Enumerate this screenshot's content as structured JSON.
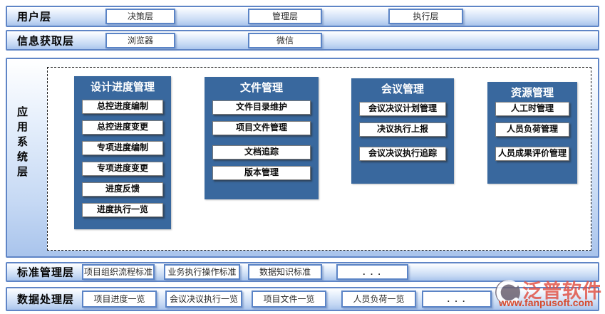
{
  "bands": {
    "user": {
      "label": "用户层",
      "buttons": [
        "决策层",
        "管理层",
        "执行层"
      ]
    },
    "info": {
      "label": "信息获取层",
      "buttons": [
        "浏览器",
        "微信"
      ]
    },
    "app": {
      "label": "应用系统层"
    },
    "standard": {
      "label": "标准管理层",
      "buttons": [
        "项目组织流程标准",
        "业务执行操作标准",
        "数据知识标准",
        ". . ."
      ]
    },
    "data": {
      "label": "数据处理层",
      "buttons": [
        "项目进度一览",
        "会议决议执行一览",
        "项目文件一览",
        "人员负荷一览",
        ". . ."
      ]
    }
  },
  "columns": [
    {
      "title": "设计进度管理",
      "items": [
        "总控进度编制",
        "总控进度变更",
        "专项进度编制",
        "专项进度变更",
        "进度反馈",
        "进度执行一览"
      ]
    },
    {
      "title": "文件管理",
      "items": [
        "文件目录维护",
        "项目文件管理",
        "文档追踪",
        "版本管理"
      ]
    },
    {
      "title": "会议管理",
      "items": [
        "会议决议计划管理",
        "决议执行上报",
        "会议决议执行追踪"
      ]
    },
    {
      "title": "资源管理",
      "items": [
        "人工时管理",
        "人员负荷管理",
        "人员成果评价管理"
      ]
    }
  ],
  "watermark": {
    "brand": "泛普软件",
    "url": "www.fanpusoft.com"
  },
  "colors": {
    "band_border": "#5f85c6",
    "band_gradient_bottom": "#a9c4ec",
    "column_bg": "#39689E",
    "button_border_blue": "#5b84c6",
    "logo_red": "#d64a2e"
  }
}
